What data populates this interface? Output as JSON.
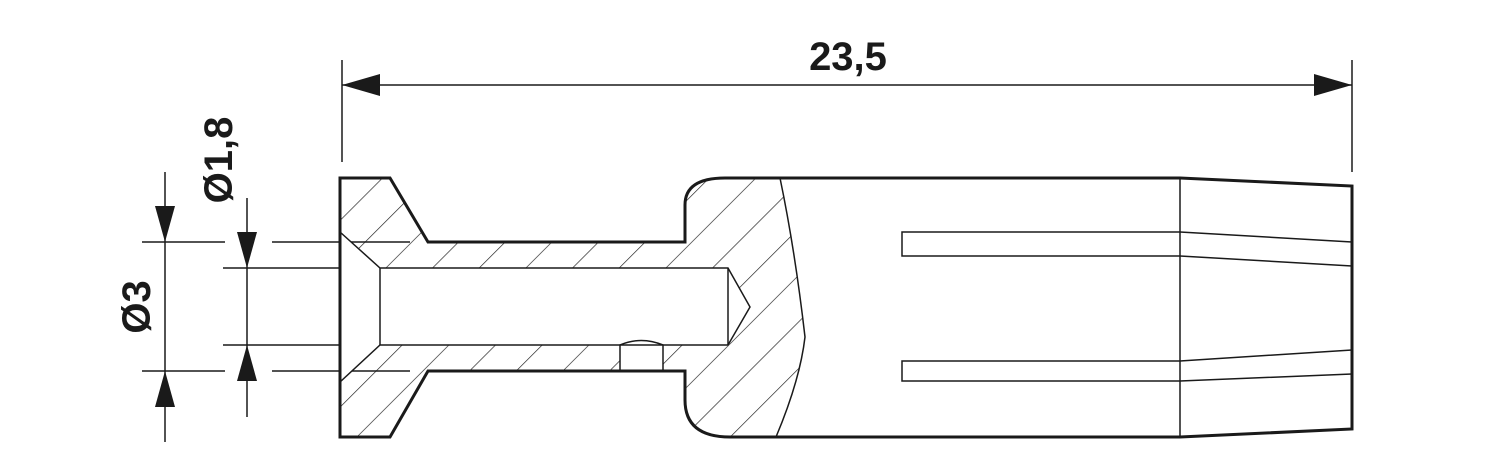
{
  "drawing": {
    "dimensions": {
      "overall_length": "23,5",
      "outer_diameter": "Ø3",
      "bore_diameter": "Ø1,8"
    },
    "colors": {
      "line": "#1a1a1a",
      "background": "#ffffff"
    }
  }
}
